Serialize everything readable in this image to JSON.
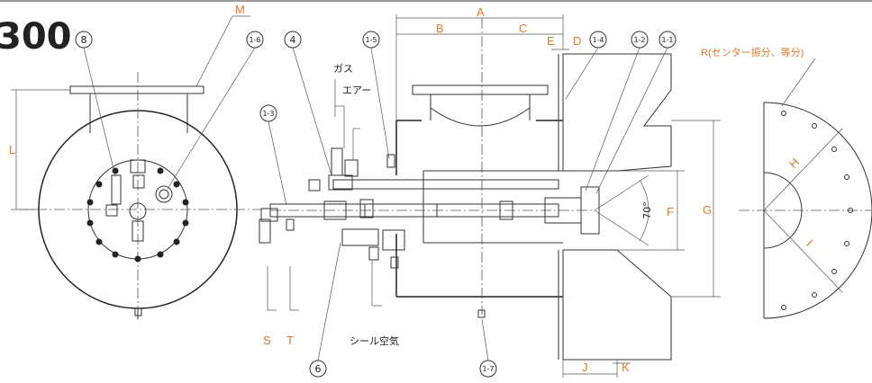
{
  "title": "300",
  "colors": {
    "dimension": "#e07a2e",
    "line": "#333333",
    "fill_pipe": "#d8d8d8"
  },
  "dimensions": {
    "A": "A",
    "B": "B",
    "C": "C",
    "D": "D",
    "E": "E",
    "F": "F",
    "G": "G",
    "H": "H",
    "I": "I",
    "J": "J",
    "K": "K",
    "L": "L",
    "M": "M",
    "S": "S",
    "T": "T",
    "R": "R(センター振分、等分)"
  },
  "callouts": {
    "c8": "8",
    "c1_6": "1-6",
    "c4": "4",
    "c1_5": "1-5",
    "c1_3": "1-3",
    "c6": "6",
    "c1_7": "1-7",
    "c1_4": "1-4",
    "c1_2": "1-2",
    "c1_1": "1-1"
  },
  "labels": {
    "gas": "ガス",
    "air": "エアー",
    "seal_air": "シール空気",
    "angle": "70°"
  }
}
